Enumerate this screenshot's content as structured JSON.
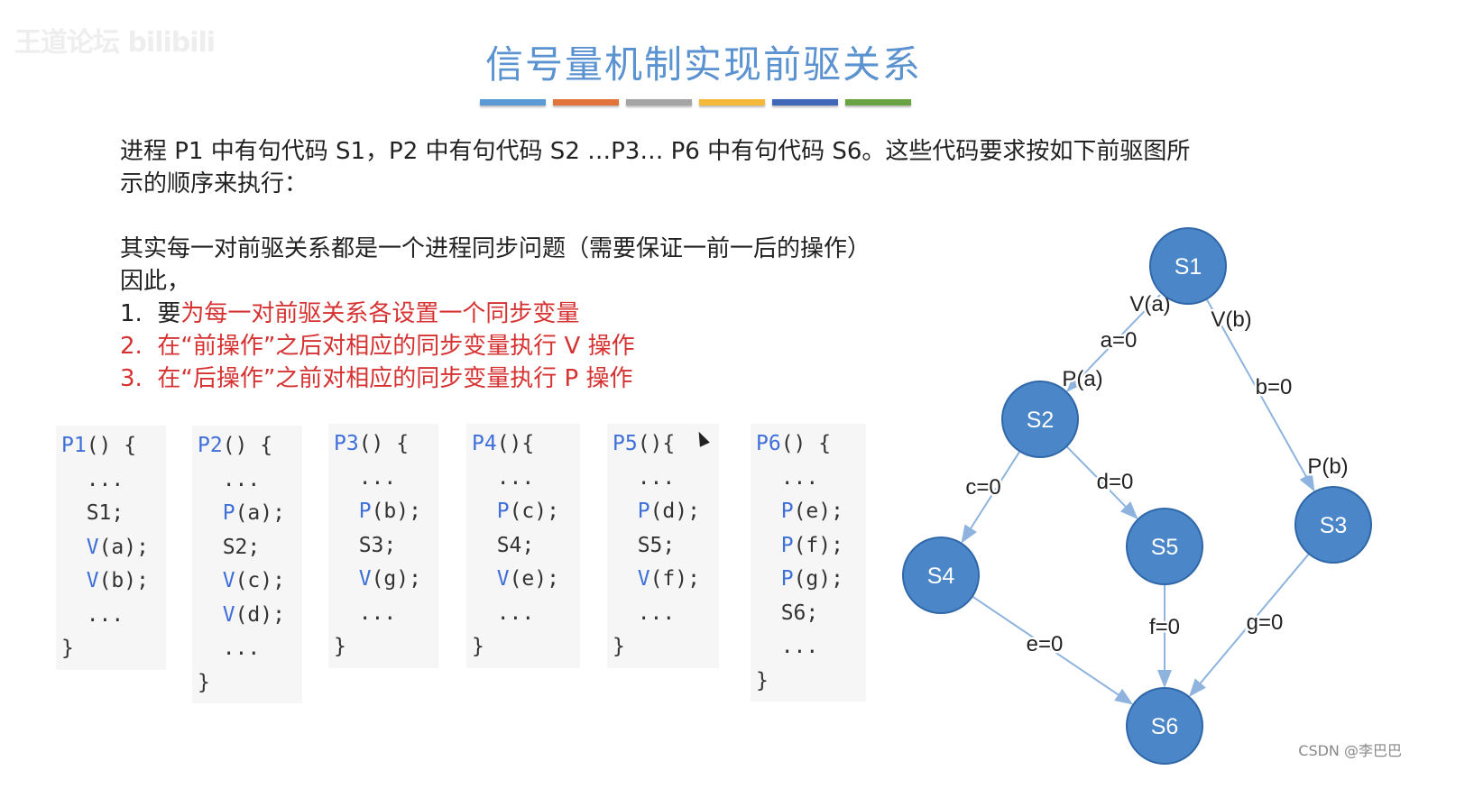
{
  "watermark": "王道论坛 bilibili",
  "title": "信号量机制实现前驱关系",
  "divider_colors": [
    "#5b9bd5",
    "#e2733a",
    "#a5a5a5",
    "#f5b93a",
    "#3f69b8",
    "#6aa343"
  ],
  "intro": [
    "进程 P1 中有句代码 S1，P2 中有句代码 S2 …P3… P6 中有句代码 S6。这些代码要求按如下前驱图所",
    "示的顺序来执行："
  ],
  "explain": [
    "其实每一对前驱关系都是一个进程同步问题（需要保证一前一后的操作）",
    "因此，"
  ],
  "steps": [
    {
      "num": "1.",
      "pre": "要",
      "red": "为每一对前驱关系各设置一个同步变量",
      "all_red": false
    },
    {
      "num": "2.",
      "pre": "",
      "red": "在“前操作”之后对相应的同步变量执行 V 操作",
      "all_red": true
    },
    {
      "num": "3.",
      "pre": "",
      "red": "在“后操作”之前对相应的同步变量执行 P 操作",
      "all_red": true
    }
  ],
  "code_blocks": [
    {
      "lines": [
        [
          [
            "P1",
            "kw"
          ],
          [
            "() {",
            ""
          ]
        ],
        [
          [
            "  ...",
            ""
          ]
        ],
        [
          [
            "  S1;",
            ""
          ]
        ],
        [
          [
            "  ",
            "",
            ""
          ],
          [
            "V",
            "kw"
          ],
          [
            "(a);",
            ""
          ]
        ],
        [
          [
            "  ",
            ""
          ],
          [
            "V",
            "kw"
          ],
          [
            "(b);",
            ""
          ]
        ],
        [
          [
            "  ...",
            ""
          ]
        ],
        [
          [
            "}",
            ""
          ]
        ]
      ]
    },
    {
      "lines": [
        [
          [
            "P2",
            "kw"
          ],
          [
            "() {",
            ""
          ]
        ],
        [
          [
            "  ...",
            ""
          ]
        ],
        [
          [
            "  ",
            ""
          ],
          [
            "P",
            "kw"
          ],
          [
            "(a);",
            ""
          ]
        ],
        [
          [
            "  S2;",
            ""
          ]
        ],
        [
          [
            "  ",
            ""
          ],
          [
            "V",
            "kw"
          ],
          [
            "(c);",
            ""
          ]
        ],
        [
          [
            "  ",
            ""
          ],
          [
            "V",
            "kw"
          ],
          [
            "(d);",
            ""
          ]
        ],
        [
          [
            "  ...",
            ""
          ]
        ],
        [
          [
            "}",
            ""
          ]
        ]
      ]
    },
    {
      "lines": [
        [
          [
            "P3",
            "kw"
          ],
          [
            "() {",
            ""
          ]
        ],
        [
          [
            "  ...",
            ""
          ]
        ],
        [
          [
            "  ",
            ""
          ],
          [
            "P",
            "kw"
          ],
          [
            "(b);",
            ""
          ]
        ],
        [
          [
            "  S3;",
            ""
          ]
        ],
        [
          [
            "  ",
            ""
          ],
          [
            "V",
            "kw"
          ],
          [
            "(g);",
            ""
          ]
        ],
        [
          [
            "  ...",
            ""
          ]
        ],
        [
          [
            "}",
            ""
          ]
        ]
      ]
    },
    {
      "lines": [
        [
          [
            "P4",
            "kw"
          ],
          [
            "(){",
            ""
          ]
        ],
        [
          [
            "  ...",
            ""
          ]
        ],
        [
          [
            "  ",
            ""
          ],
          [
            "P",
            "kw"
          ],
          [
            "(c);",
            ""
          ]
        ],
        [
          [
            "  S4;",
            ""
          ]
        ],
        [
          [
            "  ",
            ""
          ],
          [
            "V",
            "kw"
          ],
          [
            "(e);",
            ""
          ]
        ],
        [
          [
            "  ...",
            ""
          ]
        ],
        [
          [
            "}",
            ""
          ]
        ]
      ]
    },
    {
      "lines": [
        [
          [
            "P5",
            "kw"
          ],
          [
            "(){",
            ""
          ]
        ],
        [
          [
            "  ...",
            ""
          ]
        ],
        [
          [
            "  ",
            ""
          ],
          [
            "P",
            "kw"
          ],
          [
            "(d);",
            ""
          ]
        ],
        [
          [
            "  S5;",
            ""
          ]
        ],
        [
          [
            "  ",
            ""
          ],
          [
            "V",
            "kw"
          ],
          [
            "(f);",
            ""
          ]
        ],
        [
          [
            "  ...",
            ""
          ]
        ],
        [
          [
            "}",
            ""
          ]
        ]
      ]
    },
    {
      "lines": [
        [
          [
            "P6",
            "kw"
          ],
          [
            "() {",
            ""
          ]
        ],
        [
          [
            "  ...",
            ""
          ]
        ],
        [
          [
            "  ",
            ""
          ],
          [
            "P",
            "kw"
          ],
          [
            "(e);",
            ""
          ]
        ],
        [
          [
            "  ",
            ""
          ],
          [
            "P",
            "kw"
          ],
          [
            "(f);",
            ""
          ]
        ],
        [
          [
            "  ",
            ""
          ],
          [
            "P",
            "kw"
          ],
          [
            "(g);",
            ""
          ]
        ],
        [
          [
            "  S6;",
            ""
          ]
        ],
        [
          [
            "  ...",
            ""
          ]
        ],
        [
          [
            "}",
            ""
          ]
        ]
      ]
    }
  ],
  "graph": {
    "node_color": "#4a86c8",
    "edge_color": "#8db3de",
    "nodes": [
      "S1",
      "S2",
      "S3",
      "S4",
      "S5",
      "S6"
    ],
    "edges": [
      {
        "from": "S1",
        "to": "S2",
        "labels": [
          "V(a)",
          "a=0",
          "P(a)"
        ]
      },
      {
        "from": "S1",
        "to": "S3",
        "labels": [
          "V(b)",
          "b=0",
          "P(b)"
        ]
      },
      {
        "from": "S2",
        "to": "S4",
        "labels": [
          "c=0"
        ]
      },
      {
        "from": "S2",
        "to": "S5",
        "labels": [
          "d=0"
        ]
      },
      {
        "from": "S4",
        "to": "S6",
        "labels": [
          "e=0"
        ]
      },
      {
        "from": "S5",
        "to": "S6",
        "labels": [
          "f=0"
        ]
      },
      {
        "from": "S3",
        "to": "S6",
        "labels": [
          "g=0"
        ]
      }
    ]
  },
  "credit": "CSDN @李巴巴"
}
